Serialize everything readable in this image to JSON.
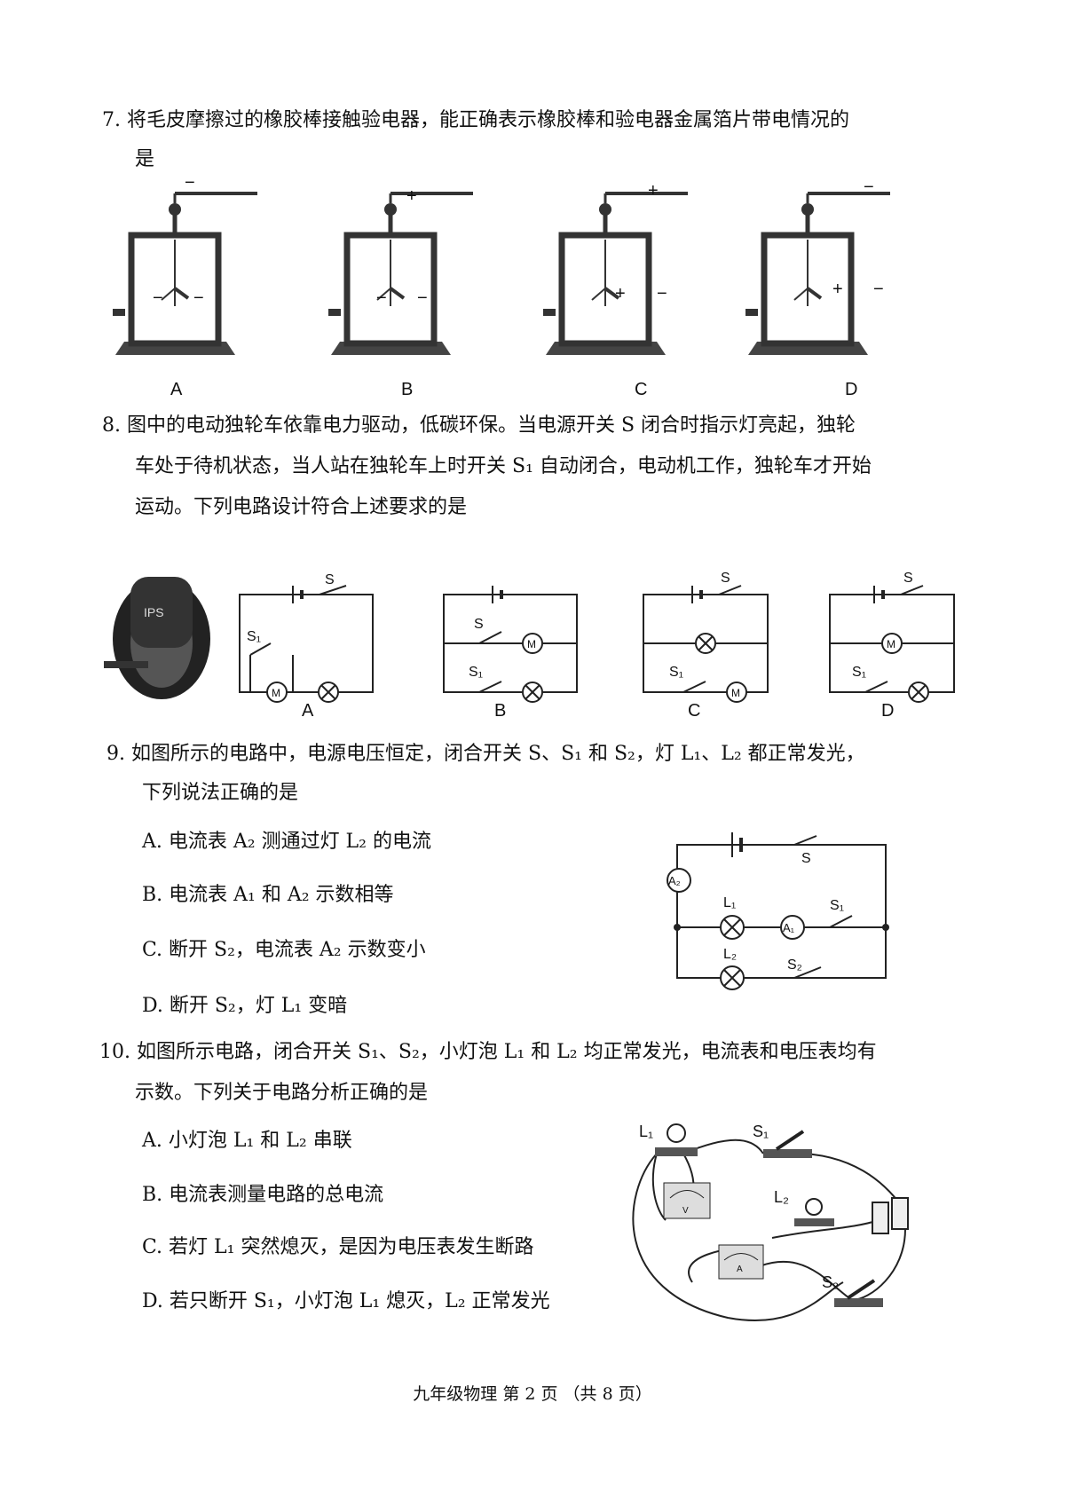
{
  "q7": {
    "num": "7.",
    "line1": "将毛皮摩擦过的橡胶棒接触验电器，能正确表示橡胶棒和验电器金属箔片带电情况的",
    "line2": "是",
    "options": [
      {
        "label": "A",
        "rod": "−",
        "left": "−",
        "right": "−"
      },
      {
        "label": "B",
        "rod": "+",
        "left": "−",
        "right": "−"
      },
      {
        "label": "C",
        "rod": "+",
        "left": "+",
        "right": "−"
      },
      {
        "label": "D",
        "rod": "−",
        "left": "+",
        "right": "−"
      }
    ]
  },
  "q8": {
    "num": "8.",
    "line1": "图中的电动独轮车依靠电力驱动，低碳环保。当电源开关 S 闭合时指示灯亮起，独轮",
    "line2": "车处于待机状态，当人站在独轮车上时开关 S₁ 自动闭合，电动机工作，独轮车才开始",
    "line3": "运动。下列电路设计符合上述要求的是",
    "options": [
      "A",
      "B",
      "C",
      "D"
    ],
    "sym": {
      "S": "S",
      "S1": "S₁",
      "M": "M",
      "brand": "IPS"
    }
  },
  "q9": {
    "num": "9.",
    "line1": "如图所示的电路中，电源电压恒定，闭合开关 S、S₁ 和 S₂，灯 L₁、L₂ 都正常发光，",
    "line2": "下列说法正确的是",
    "options": [
      "A. 电流表 A₂ 测通过灯 L₂ 的电流",
      "B. 电流表 A₁ 和 A₂ 示数相等",
      "C. 断开 S₂，电流表 A₂ 示数变小",
      "D. 断开 S₂，灯 L₁ 变暗"
    ],
    "labels": {
      "S": "S",
      "S1": "S₁",
      "S2": "S₂",
      "L1": "L₁",
      "L2": "L₂",
      "A1": "A₁",
      "A2": "A₂"
    }
  },
  "q10": {
    "num": "10.",
    "line1": "如图所示电路，闭合开关 S₁、S₂，小灯泡 L₁ 和 L₂ 均正常发光，电流表和电压表均有",
    "line2": "示数。下列关于电路分析正确的是",
    "options": [
      "A. 小灯泡 L₁ 和 L₂ 串联",
      "B. 电流表测量电路的总电流",
      "C. 若灯 L₁ 突然熄灭，是因为电压表发生断路",
      "D. 若只断开 S₁，小灯泡 L₁ 熄灭，L₂ 正常发光"
    ],
    "labels": {
      "L1": "L₁",
      "L2": "L₂",
      "S1": "S₁",
      "S2": "S₂",
      "V": "V",
      "A": "A"
    }
  },
  "footer": "九年级物理  第 2 页  （共 8 页）"
}
